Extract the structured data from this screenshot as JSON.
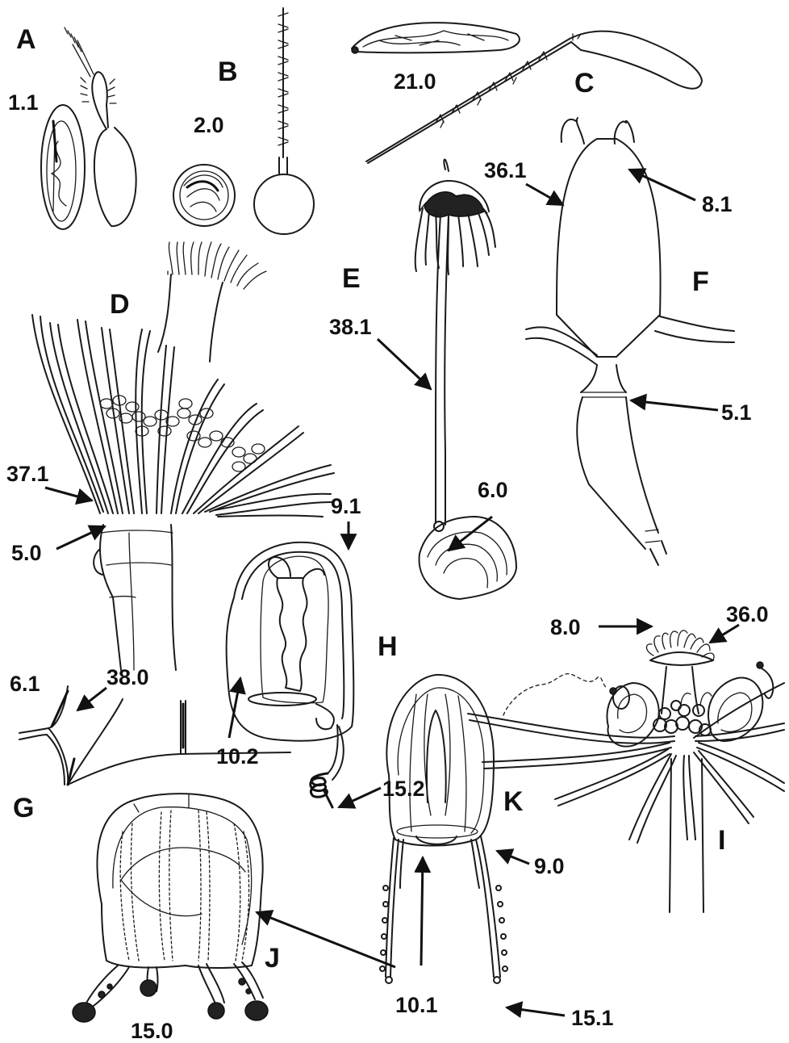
{
  "panels": {
    "A": "A",
    "B": "B",
    "C": "C",
    "D": "D",
    "E": "E",
    "F": "F",
    "G": "G",
    "H": "H",
    "I": "I",
    "J": "J",
    "K": "K"
  },
  "labels": {
    "l_1_1": "1.1",
    "l_2_0": "2.0",
    "l_21_0": "21.0",
    "l_36_1": "36.1",
    "l_8_1": "8.1",
    "l_38_1": "38.1",
    "l_5_1": "5.1",
    "l_6_0": "6.0",
    "l_37_1": "37.1",
    "l_5_0": "5.0",
    "l_9_1": "9.1",
    "l_36_0": "36.0",
    "l_8_0": "8.0",
    "l_6_1": "6.1",
    "l_38_0": "38.0",
    "l_10_2": "10.2",
    "l_15_2": "15.2",
    "l_10_1": "10.1",
    "l_9_0": "9.0",
    "l_15_1": "15.1",
    "l_15_0": "15.0"
  }
}
